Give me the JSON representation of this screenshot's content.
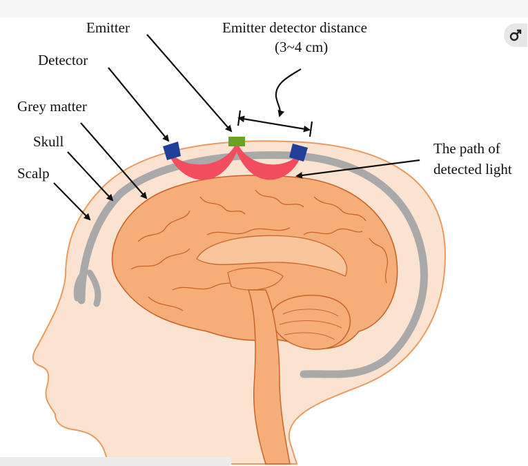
{
  "labels": {
    "emitter": "Emitter",
    "detector": "Detector",
    "grey_matter": "Grey matter",
    "skull": "Skull",
    "scalp": "Scalp",
    "distance_line1": "Emitter detector distance",
    "distance_line2": "(3~4 cm)",
    "path_line1": "The path of",
    "path_line2": "detected light"
  },
  "colors": {
    "skin": "#fbe3d2",
    "head_outline": "#e89a60",
    "brain": "#f6ae78",
    "brain_outline": "#c8642a",
    "skull": "#a9a9a9",
    "light_path": "#f24d5e",
    "detector": "#1f3f9a",
    "emitter": "#6aa222",
    "arrow": "#111111"
  },
  "icons": {
    "top_right": "gender-male-icon"
  }
}
